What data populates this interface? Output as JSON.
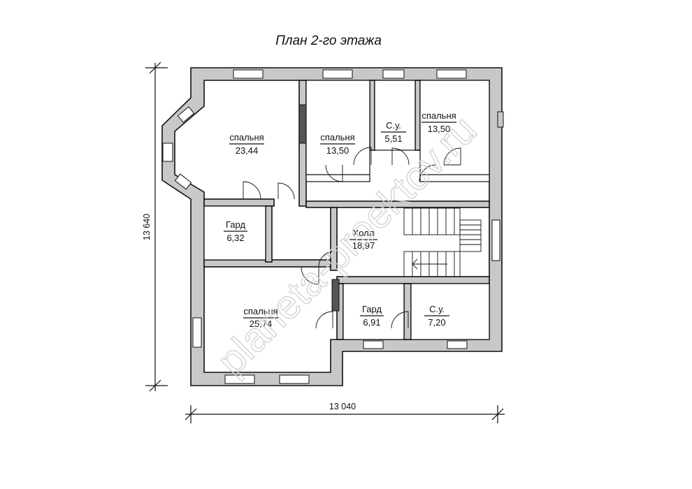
{
  "title": "План 2-го этажа",
  "dimensions": {
    "width": "13 040",
    "height": "13 640"
  },
  "rooms": [
    {
      "id": "bedroom-1",
      "name": "спальня",
      "area": "23,44"
    },
    {
      "id": "bedroom-2",
      "name": "спальня",
      "area": "13,50"
    },
    {
      "id": "bathroom-1",
      "name": "С.у.",
      "area": "5,51"
    },
    {
      "id": "bedroom-3",
      "name": "спальня",
      "area": "13,50"
    },
    {
      "id": "wardrobe-1",
      "name": "Гард",
      "area": "6,32"
    },
    {
      "id": "hall",
      "name": "Холл",
      "area": "18,97"
    },
    {
      "id": "bedroom-4",
      "name": "спальня",
      "area": "25,74"
    },
    {
      "id": "wardrobe-2",
      "name": "Гард",
      "area": "6,91"
    },
    {
      "id": "bathroom-2",
      "name": "С.у.",
      "area": "7,20"
    }
  ],
  "watermark": "planeta-proektov.ru",
  "colors": {
    "wall_fill": "#c8c8c8",
    "line": "#111111",
    "background": "#ffffff"
  }
}
